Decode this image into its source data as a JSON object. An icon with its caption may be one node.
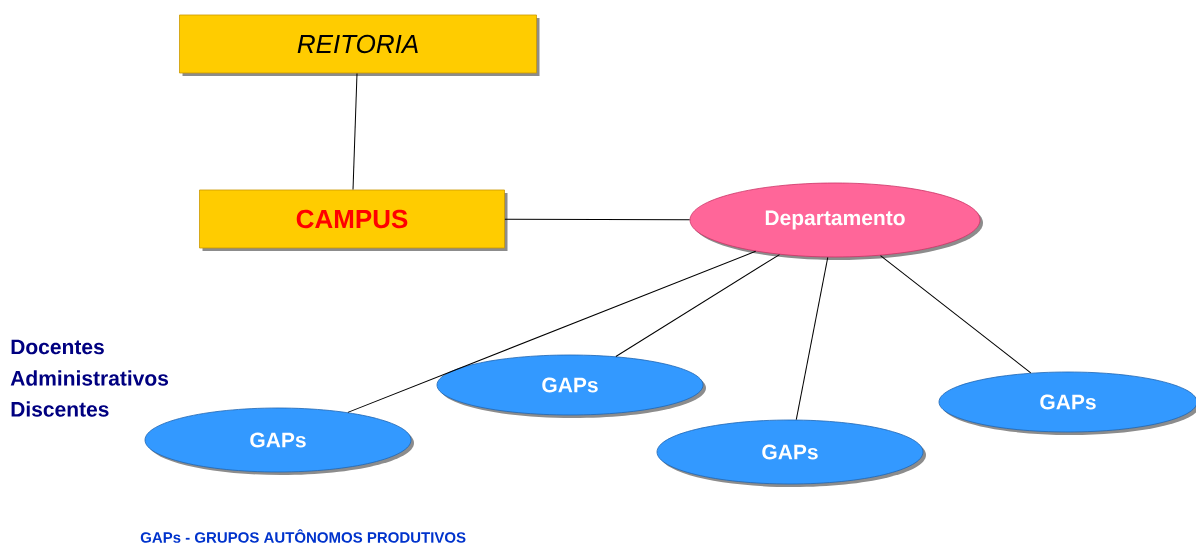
{
  "diagram": {
    "caption": "GAPs - GRUPOS AUTÔNOMOS PRODUTIVOS",
    "nodes": [
      {
        "text": [
          "REITORIA"
        ]
      },
      {
        "text": [
          "CAMPUS"
        ]
      },
      {
        "text": [
          "Departamento"
        ]
      },
      {
        "text": [
          "GAPs"
        ]
      },
      {
        "text": [
          "GAPs"
        ]
      },
      {
        "text": [
          "GAPs"
        ]
      },
      {
        "text": [
          "GAPs"
        ]
      }
    ],
    "edges": [
      {
        "from": 0,
        "to": 1,
        "arrow": "none"
      },
      {
        "from": 1,
        "to": 2,
        "arrow": "none"
      },
      {
        "from": 2,
        "to": 3,
        "arrow": "none"
      },
      {
        "from": 2,
        "to": 4,
        "arrow": "none"
      },
      {
        "from": 2,
        "to": 5,
        "arrow": "none"
      },
      {
        "from": 2,
        "to": 6,
        "arrow": "none"
      }
    ],
    "labels": [
      "Docentes",
      "Administrativos",
      "Discentes"
    ]
  }
}
